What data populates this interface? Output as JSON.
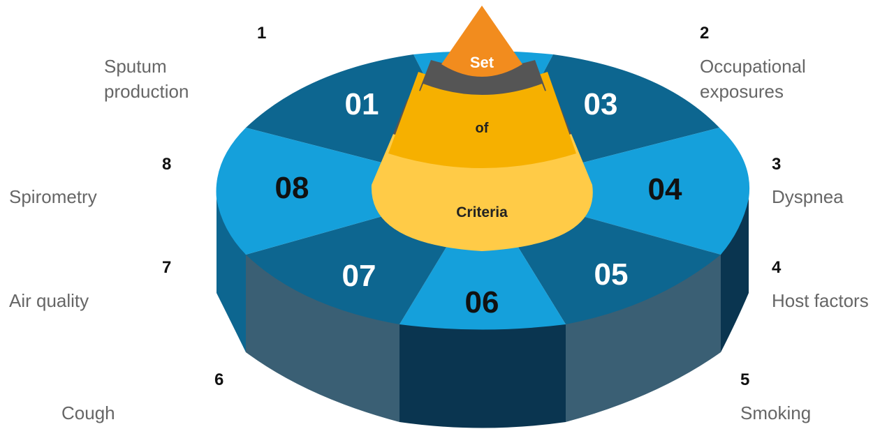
{
  "colors": {
    "light_blue": "#15a0db",
    "dark_blue": "#0d6690",
    "wall_mid": "#3a5f74",
    "wall_dark": "#0a3550",
    "cone_orange": "#f28c1e",
    "cone_gold": "#f6b000",
    "cone_yellow": "#ffcb47",
    "cone_band": "#555555",
    "label_gray": "#666666"
  },
  "cone": {
    "top": "Set",
    "middle": "of",
    "bottom": "Criteria"
  },
  "segments": [
    {
      "id": "01",
      "shade": "dark",
      "text_color": "white"
    },
    {
      "id": "03",
      "shade": "dark",
      "text_color": "white"
    },
    {
      "id": "04",
      "shade": "light",
      "text_color": "black"
    },
    {
      "id": "05",
      "shade": "dark",
      "text_color": "white"
    },
    {
      "id": "06",
      "shade": "light",
      "text_color": "black"
    },
    {
      "id": "07",
      "shade": "dark",
      "text_color": "white"
    },
    {
      "id": "08",
      "shade": "light",
      "text_color": "black"
    }
  ],
  "callouts": [
    {
      "number": "1",
      "label_lines": [
        "Sputum",
        "production"
      ]
    },
    {
      "number": "2",
      "label_lines": [
        "Occupational",
        "exposures"
      ]
    },
    {
      "number": "3",
      "label_lines": [
        "Dyspnea"
      ]
    },
    {
      "number": "4",
      "label_lines": [
        "Host factors"
      ]
    },
    {
      "number": "5",
      "label_lines": [
        "Smoking"
      ]
    },
    {
      "number": "6",
      "label_lines": [
        "Cough"
      ]
    },
    {
      "number": "7",
      "label_lines": [
        "Air quality"
      ]
    },
    {
      "number": "8",
      "label_lines": [
        "Spirometry"
      ]
    }
  ]
}
